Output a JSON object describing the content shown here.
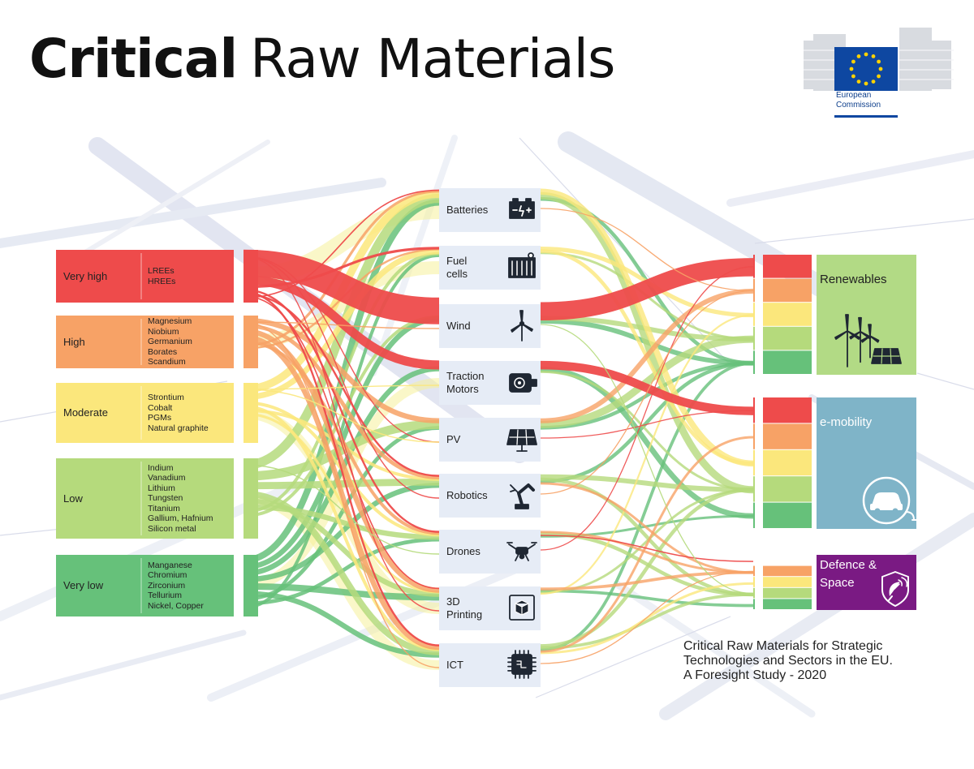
{
  "title": {
    "bold": "Critical",
    "light": "Raw Materials"
  },
  "logo": {
    "label": "European\nCommission",
    "flag_color": "#0e47a1",
    "star_color": "#ffd200"
  },
  "citation": "Critical Raw Materials for Strategic\nTechnologies and Sectors in the EU.\nA Foresight Study - 2020",
  "colors": {
    "very_high": "#ee4b4b",
    "high": "#f7a266",
    "moderate": "#fbe77c",
    "low": "#b5da7c",
    "very_low": "#66c17a",
    "tech_box": "#e6ecf6",
    "renewables": "#b2da85",
    "e_mobility": "#7fb4c8",
    "defence": "#7a1a83"
  },
  "criticality": [
    {
      "key": "very_high",
      "label": "Very high",
      "materials": "LREEs\nHREEs"
    },
    {
      "key": "high",
      "label": "High",
      "materials": "Magnesium\nNiobium\nGermanium\nBorates\nScandium"
    },
    {
      "key": "moderate",
      "label": "Moderate",
      "materials": "Strontium\nCobalt\nPGMs\nNatural graphite"
    },
    {
      "key": "low",
      "label": "Low",
      "materials": "Indium\nVanadium\nLithium\nTungsten\nTitanium\nGallium, Hafnium\nSilicon metal"
    },
    {
      "key": "very_low",
      "label": "Very low",
      "materials": "Manganese\nChromium\nZirconium\nTellurium\nNickel, Copper"
    }
  ],
  "technologies": [
    {
      "label": "Batteries",
      "icon": "battery-icon"
    },
    {
      "label": "Fuel\ncells",
      "icon": "fuel-cell-icon"
    },
    {
      "label": "Wind",
      "icon": "wind-turbine-icon"
    },
    {
      "label": "Traction\nMotors",
      "icon": "motor-icon"
    },
    {
      "label": "PV",
      "icon": "solar-panel-icon"
    },
    {
      "label": "Robotics",
      "icon": "robot-arm-icon"
    },
    {
      "label": "Drones",
      "icon": "drone-icon"
    },
    {
      "label": "3D\nPrinting",
      "icon": "3d-printer-icon"
    },
    {
      "label": "ICT",
      "icon": "chip-icon"
    }
  ],
  "sectors": [
    {
      "key": "renewables",
      "label": "Renewables",
      "icon": "wind-solar-icon"
    },
    {
      "key": "e_mobility",
      "label": "e-mobility",
      "icon": "electric-car-icon"
    },
    {
      "key": "defence",
      "label": "Defence &\nSpace",
      "icon": "satellite-shield-icon"
    }
  ]
}
